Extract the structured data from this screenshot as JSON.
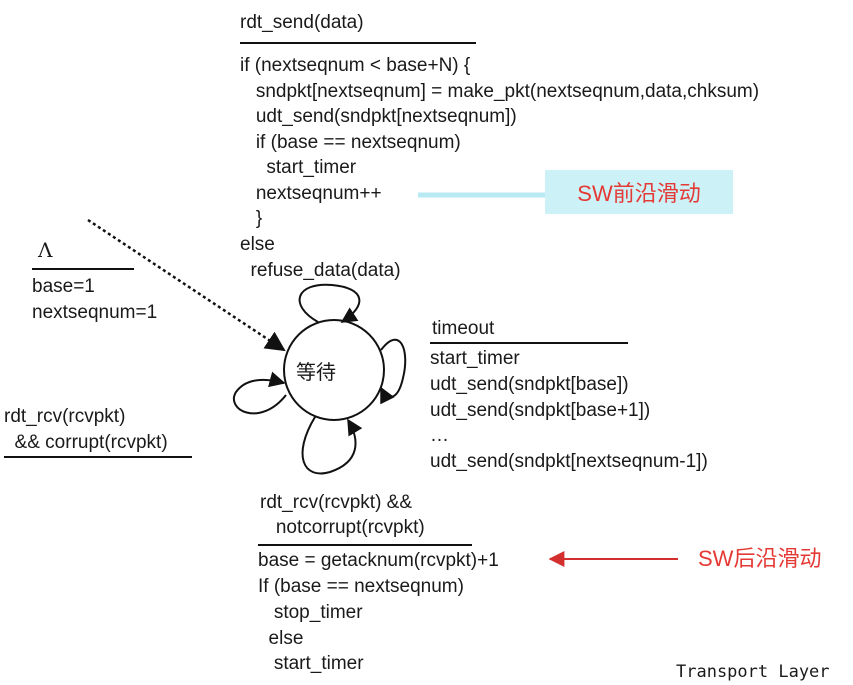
{
  "colors": {
    "highlight_bg": "#ccf2f8",
    "annotation_red": "#e53935",
    "ink": "#1a1a1a"
  },
  "state": {
    "label": "等待"
  },
  "send_event": {
    "trigger": "rdt_send(data)",
    "actions": [
      "if (nextseqnum < base+N) {",
      "   sndpkt[nextseqnum] = make_pkt(nextseqnum,data,chksum)",
      "   udt_send(sndpkt[nextseqnum])",
      "   if (base == nextseqnum)",
      "     start_timer",
      "   nextseqnum++",
      "   }",
      "else",
      "  refuse_data(data)"
    ]
  },
  "init_event": {
    "trigger": "Λ",
    "actions": [
      "base=1",
      "nextseqnum=1"
    ]
  },
  "timeout_event": {
    "trigger": "timeout",
    "actions": [
      "start_timer",
      "udt_send(sndpkt[base])",
      "udt_send(sndpkt[base+1])",
      "…",
      "udt_send(sndpkt[nextseqnum-1])"
    ]
  },
  "corrupt_event": {
    "trigger_lines": [
      "rdt_rcv(rcvpkt)",
      "  && corrupt(rcvpkt)"
    ]
  },
  "ack_event": {
    "trigger_lines": [
      "rdt_rcv(rcvpkt) &&",
      "   notcorrupt(rcvpkt)"
    ],
    "actions": [
      "base = getacknum(rcvpkt)+1",
      "If (base == nextseqnum)",
      "   stop_timer",
      "  else",
      "   start_timer"
    ]
  },
  "annotations": {
    "front_edge": "SW前沿滑动",
    "back_edge": "SW后沿滑动"
  },
  "footer": "Transport Layer"
}
